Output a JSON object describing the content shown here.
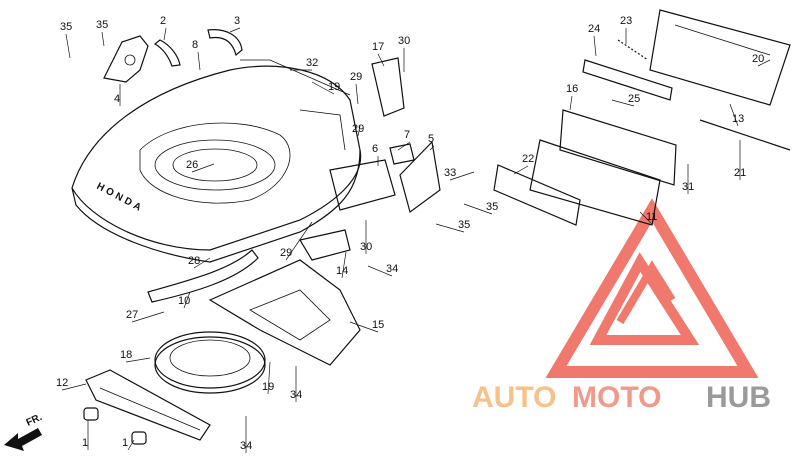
{
  "deck_text": "HONDA",
  "front_marker": "FR.",
  "watermark": {
    "text_auto": "AUTO",
    "text_moto": "MOTO",
    "text_hub": "HUB",
    "color_auto": "#f6c28a",
    "color_moto": "#f19a8a",
    "color_hub": "#9a9a9a",
    "logo_color": "#ef6a5e"
  },
  "callouts": [
    {
      "id": "c1",
      "label": "35"
    },
    {
      "id": "c2",
      "label": "35"
    },
    {
      "id": "c3",
      "label": "2"
    },
    {
      "id": "c4",
      "label": "3"
    },
    {
      "id": "c5",
      "label": "8"
    },
    {
      "id": "c6",
      "label": "4"
    },
    {
      "id": "c7",
      "label": "32"
    },
    {
      "id": "c8",
      "label": "19"
    },
    {
      "id": "c9",
      "label": "17"
    },
    {
      "id": "c10",
      "label": "30"
    },
    {
      "id": "c11",
      "label": "29"
    },
    {
      "id": "c12",
      "label": "29"
    },
    {
      "id": "c13",
      "label": "26"
    },
    {
      "id": "c14",
      "label": "7"
    },
    {
      "id": "c15",
      "label": "6"
    },
    {
      "id": "c16",
      "label": "5"
    },
    {
      "id": "c17",
      "label": "33"
    },
    {
      "id": "c18",
      "label": "35"
    },
    {
      "id": "c19",
      "label": "35"
    },
    {
      "id": "c20",
      "label": "30"
    },
    {
      "id": "c21",
      "label": "29"
    },
    {
      "id": "c22",
      "label": "28"
    },
    {
      "id": "c23",
      "label": "14"
    },
    {
      "id": "c24",
      "label": "34"
    },
    {
      "id": "c25",
      "label": "10"
    },
    {
      "id": "c26",
      "label": "27"
    },
    {
      "id": "c27",
      "label": "15"
    },
    {
      "id": "c28",
      "label": "18"
    },
    {
      "id": "c29",
      "label": "19"
    },
    {
      "id": "c30",
      "label": "34"
    },
    {
      "id": "c31",
      "label": "12"
    },
    {
      "id": "c32",
      "label": "1"
    },
    {
      "id": "c33",
      "label": "1"
    },
    {
      "id": "c34",
      "label": "34"
    },
    {
      "id": "c35",
      "label": "24"
    },
    {
      "id": "c36",
      "label": "23"
    },
    {
      "id": "c37",
      "label": "20"
    },
    {
      "id": "c38",
      "label": "16"
    },
    {
      "id": "c39",
      "label": "25"
    },
    {
      "id": "c40",
      "label": "13"
    },
    {
      "id": "c41",
      "label": "22"
    },
    {
      "id": "c42",
      "label": "31"
    },
    {
      "id": "c43",
      "label": "21"
    },
    {
      "id": "c44",
      "label": "11"
    }
  ]
}
